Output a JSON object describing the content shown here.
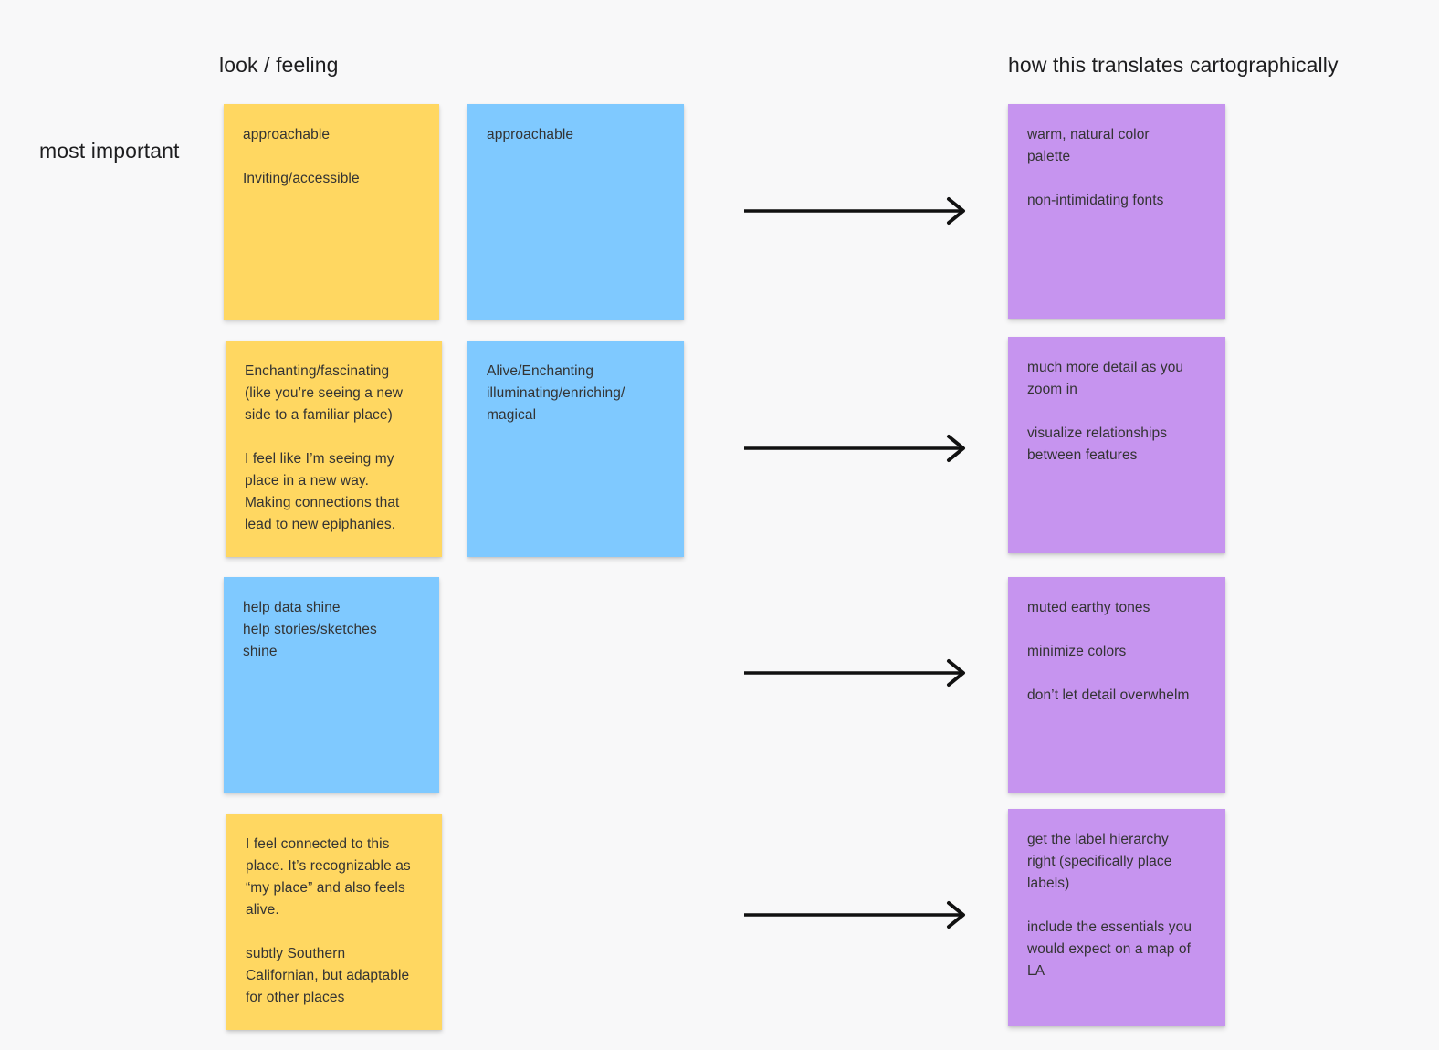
{
  "headers": {
    "left_column": "look / feeling",
    "right_column": "how this translates cartographically",
    "row_label": "most important"
  },
  "colors": {
    "yellow": "#FFD761",
    "blue": "#7FC9FF",
    "purple": "#C694EF",
    "arrow": "#111111",
    "background": "#F8F8F9",
    "note_text": "#333333"
  },
  "rows": [
    {
      "notes": [
        {
          "color": "yellow",
          "text": "approachable\n\nInviting/accessible"
        },
        {
          "color": "blue",
          "text": "approachable"
        }
      ],
      "result": {
        "color": "purple",
        "text": "warm, natural color\npalette\n\nnon-intimidating fonts"
      }
    },
    {
      "notes": [
        {
          "color": "yellow",
          "text": "Enchanting/fascinating\n(like you’re seeing a new\nside to a familiar place)\n\nI feel like I’m seeing my\nplace in a new way.\nMaking connections that\nlead to new epiphanies."
        },
        {
          "color": "blue",
          "text": "Alive/Enchanting\nilluminating/enriching/\nmagical"
        }
      ],
      "result": {
        "color": "purple",
        "text": "much more detail as you\nzoom in\n\nvisualize relationships\nbetween features"
      }
    },
    {
      "notes": [
        {
          "color": "blue",
          "text": "help data shine\nhelp stories/sketches\nshine"
        }
      ],
      "result": {
        "color": "purple",
        "text": "muted earthy tones\n\nminimize colors\n\ndon’t let detail overwhelm"
      }
    },
    {
      "notes": [
        {
          "color": "yellow",
          "text": "I feel connected to this\nplace. It’s recognizable as\n“my place” and also feels\nalive.\n\nsubtly Southern\nCalifornian, but adaptable\nfor other places"
        }
      ],
      "result": {
        "color": "purple",
        "text": "get the label hierarchy\nright (specifically place\nlabels)\n\ninclude the essentials you\nwould expect on a map of\nLA"
      }
    }
  ]
}
